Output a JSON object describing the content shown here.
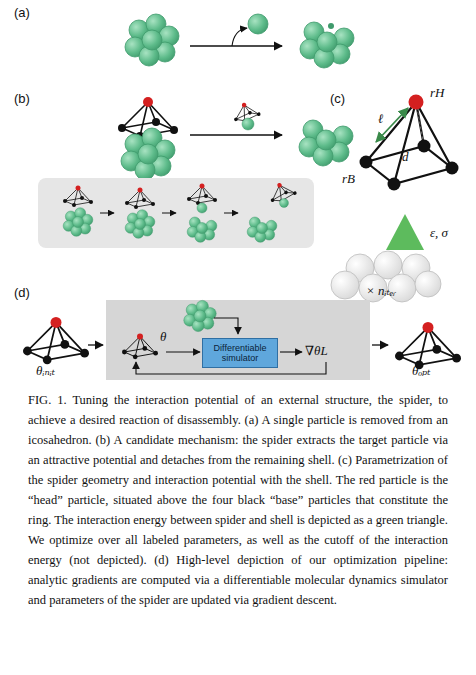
{
  "diagram": {
    "caption": "FIG. 1. Tuning the interaction potential of an external structure, the spider, to achieve a desired reaction of disassembly. (a) A single particle is removed from an icosahedron. (b) A candidate mechanism: the spider extracts the target particle via an attractive potential and detaches from the remaining shell. (c) Parametrization of the spider geometry and interaction potential with the shell. The red particle is the “head” particle, situated above the four black “base” particles that constitute the ring. The interaction energy between spider and shell is depicted as a green triangle. We optimize over all labeled parameters, as well as the cutoff of the interaction energy (not depicted). (d) High-level depiction of our optimization pipeline: analytic gradients are computed via a differentiable molecular dynamics simulator and parameters of the spider are updated via gradient descent.",
    "nodes": [
      {
        "text": [
          "Differentiable simulator"
        ]
      }
    ],
    "labels": [
      "(a)",
      "(b)",
      "(c)",
      "ℓ",
      "rH",
      "rB",
      "d",
      "ε, σ",
      "(d)",
      "× nᵢₜₑᵣ",
      "θᵢₙᵢₜ",
      "θ",
      "∇θL",
      "θₒₚₜ"
    ]
  }
}
